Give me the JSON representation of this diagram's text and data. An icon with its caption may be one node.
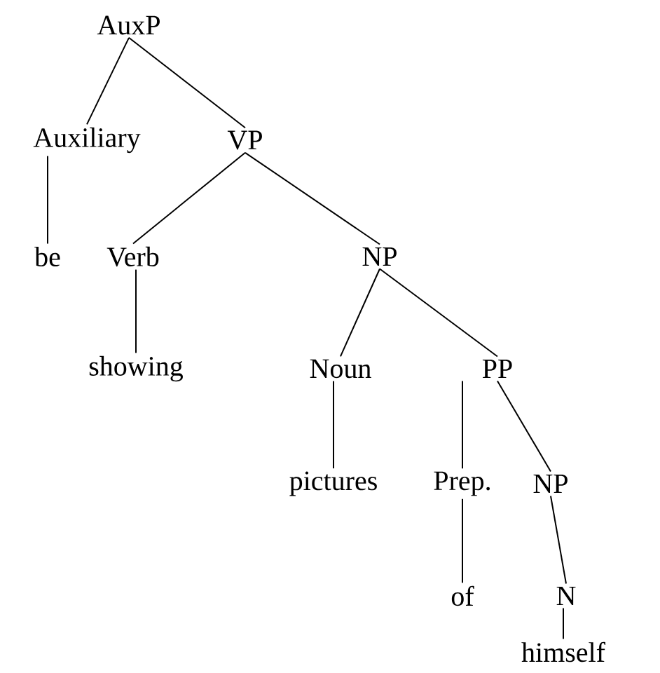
{
  "diagram": {
    "nodes": [
      {
        "text": [
          "AuxP"
        ]
      },
      {
        "text": [
          "Auxiliary"
        ]
      },
      {
        "text": [
          "VP"
        ]
      },
      {
        "text": [
          "be"
        ]
      },
      {
        "text": [
          "Verb"
        ]
      },
      {
        "text": [
          "NP"
        ]
      },
      {
        "text": [
          "showing"
        ]
      },
      {
        "text": [
          "Noun"
        ]
      },
      {
        "text": [
          "PP"
        ]
      },
      {
        "text": [
          "pictures"
        ]
      },
      {
        "text": [
          "Prep."
        ]
      },
      {
        "text": [
          "NP"
        ]
      },
      {
        "text": [
          "of"
        ]
      },
      {
        "text": [
          "N"
        ]
      },
      {
        "text": [
          "himself"
        ]
      }
    ],
    "edges": [
      {
        "from": 0,
        "to": 1,
        "arrow": "none"
      },
      {
        "from": 0,
        "to": 2,
        "arrow": "none"
      },
      {
        "from": 1,
        "to": 3,
        "arrow": "none"
      },
      {
        "from": 2,
        "to": 4,
        "arrow": "none"
      },
      {
        "from": 2,
        "to": 5,
        "arrow": "none"
      },
      {
        "from": 4,
        "to": 6,
        "arrow": "none"
      },
      {
        "from": 5,
        "to": 7,
        "arrow": "none"
      },
      {
        "from": 5,
        "to": 8,
        "arrow": "none"
      },
      {
        "from": 7,
        "to": 9,
        "arrow": "none"
      },
      {
        "from": 8,
        "to": 10,
        "arrow": "none"
      },
      {
        "from": 8,
        "to": 11,
        "arrow": "none"
      },
      {
        "from": 10,
        "to": 12,
        "arrow": "none"
      },
      {
        "from": 11,
        "to": 13,
        "arrow": "none"
      },
      {
        "from": 13,
        "to": 14,
        "arrow": "none"
      }
    ]
  }
}
